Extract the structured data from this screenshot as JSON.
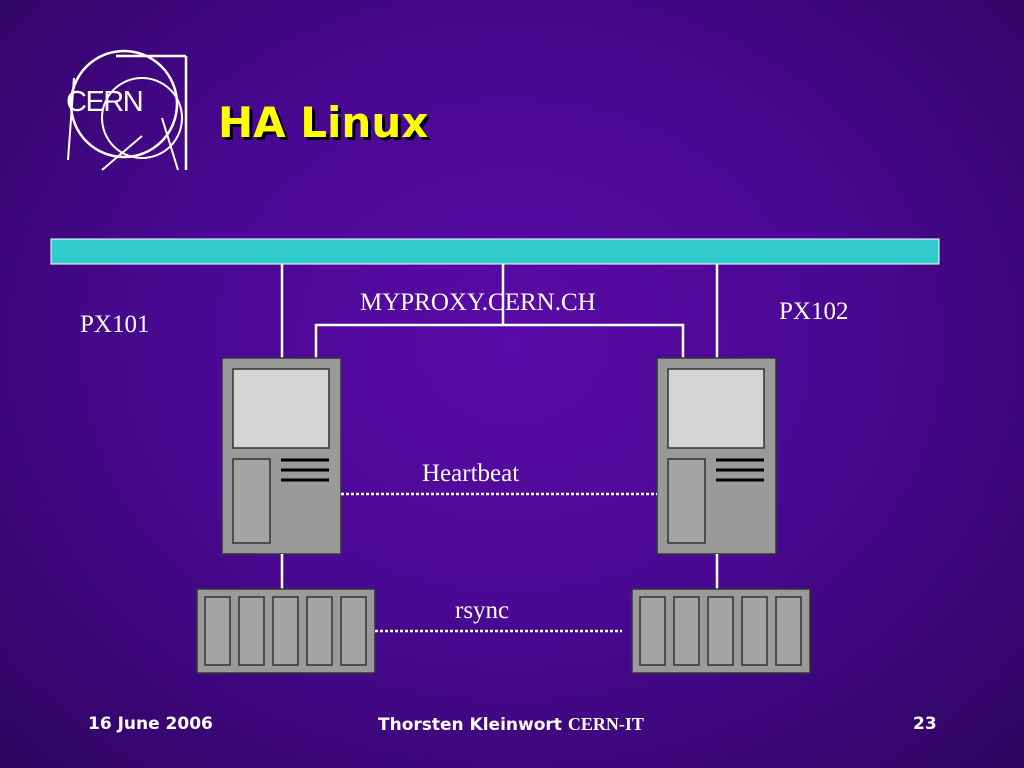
{
  "logo": {
    "text": "CERN"
  },
  "title": "HA Linux",
  "diagram": {
    "service_label": "MYPROXY.CERN.CH",
    "node_left": "PX101",
    "node_right": "PX102",
    "heartbeat_label": "Heartbeat",
    "rsync_label": "rsync",
    "network_bar_color": "#33cccc",
    "server_color": "#9a9a9a"
  },
  "footer": {
    "date": "16 June 2006",
    "author": "Thorsten Kleinwort",
    "org": "CERN-IT",
    "page": "23"
  }
}
